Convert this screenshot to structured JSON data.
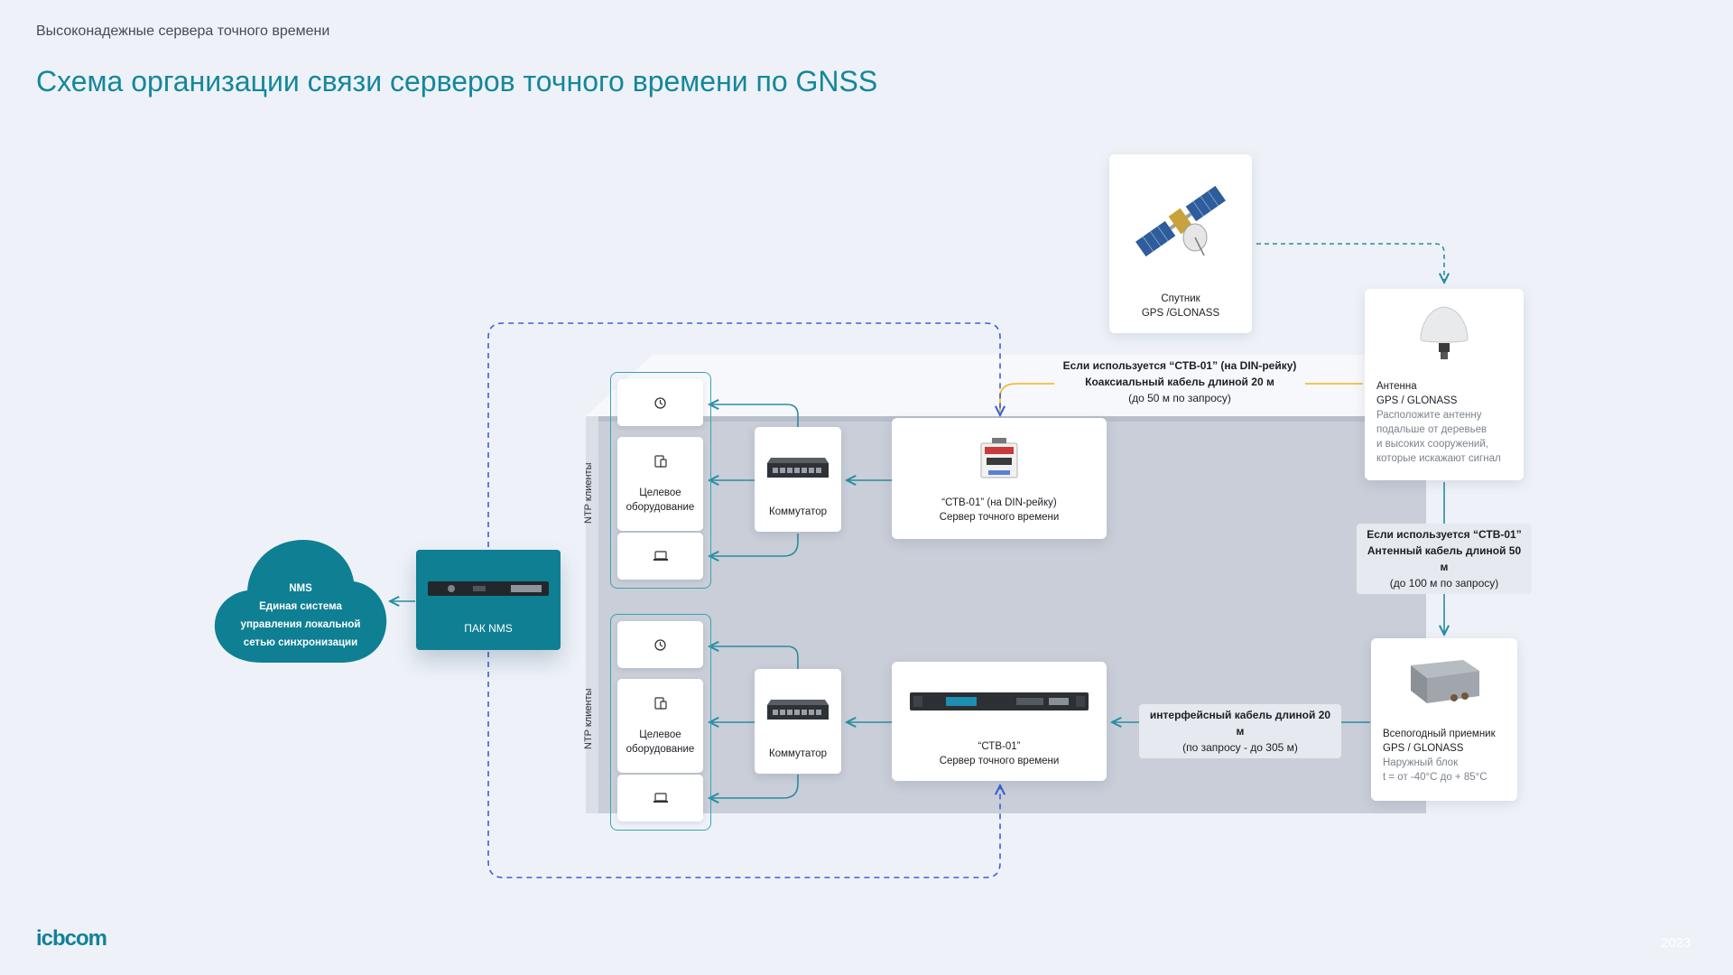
{
  "header": {
    "subtitle": "Высоконадежные сервера точного времени",
    "title": "Схема организации связи серверов точного времени по GNSS"
  },
  "colors": {
    "accent": "#14879c",
    "nms_block": "#0f7f93",
    "dashed_network": "#3a5fd8",
    "coax_cable": "#f2b21c",
    "link_arrow": "#2a8ca0"
  },
  "satellite": {
    "icon": "satellite-icon",
    "line1": "Спутник",
    "line2": "GPS /GLONASS"
  },
  "antenna": {
    "icon": "gnss-antenna-icon",
    "line1": "Антенна",
    "line2": "GPS / GLONASS",
    "note1": "Расположите антенну",
    "note2": "подальше от деревьев",
    "note3": "и высоких сооружений,",
    "note4": "которые искажают сигнал"
  },
  "coax_label": {
    "line1": "Если используется “СТВ-01” (на DIN-рейку)",
    "line2": "Коаксиальный кабель длиной 20 м",
    "line3": "(до 50 м по запросу)"
  },
  "antenna_cable_label": {
    "line1": "Если используется “СТВ-01”",
    "line2": "Антенный кабель длиной 50 м",
    "line3": "(до 100 м по запросу)"
  },
  "interface_cable_label": {
    "line1": "интерфейсный кабель длиной 20 м",
    "line2": "(по запросу - до 305 м)"
  },
  "receiver": {
    "icon": "gnss-receiver-icon",
    "line1": "Всепогодный приемник",
    "line2": "GPS / GLONASS",
    "note1": "Наружный блок",
    "note2": "t = от -40°C до + 85°C"
  },
  "server_din": {
    "icon": "din-rail-server-icon",
    "line1": "“СТВ-01” (на DIN-рейку)",
    "line2": "Сервер точного времени"
  },
  "server_rack": {
    "icon": "rack-server-icon",
    "line1": "“СТВ-01”",
    "line2": "Сервер точного времени"
  },
  "switch_top": {
    "icon": "network-switch-icon",
    "label": "Коммутатор"
  },
  "switch_bottom": {
    "icon": "network-switch-icon",
    "label": "Коммутатор"
  },
  "clients_top": {
    "group_label": "NTP клиенты",
    "items": [
      {
        "icon": "clock-icon",
        "line1": "",
        "line2": ""
      },
      {
        "icon": "devices-icon",
        "line1": "Целевое",
        "line2": "оборудование"
      },
      {
        "icon": "laptop-icon",
        "line1": "",
        "line2": ""
      }
    ]
  },
  "clients_bottom": {
    "group_label": "NTP клиенты",
    "items": [
      {
        "icon": "clock-icon",
        "line1": "",
        "line2": ""
      },
      {
        "icon": "devices-icon",
        "line1": "Целевое",
        "line2": "оборудование"
      },
      {
        "icon": "laptop-icon",
        "line1": "",
        "line2": ""
      }
    ]
  },
  "nms_pak": {
    "icon": "rack-server-icon",
    "label": "ПАК NMS"
  },
  "nms_cloud": {
    "line1": "NMS",
    "line2": "Единая система",
    "line3": "управления локальной",
    "line4": "сетью синхронизации"
  },
  "footer": {
    "logo": "icbcom",
    "year": "2023"
  }
}
